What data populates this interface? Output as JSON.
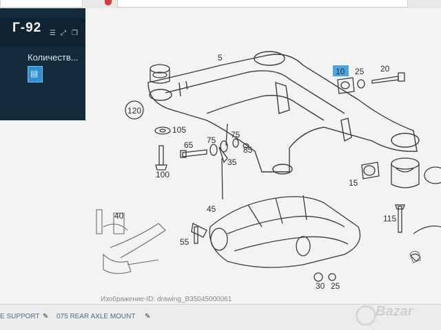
{
  "sidebar": {
    "code": "Г-92",
    "quantity_label": "Количеств...",
    "quantity_button_glyph": "▤",
    "icons": [
      "list-icon",
      "expand-icon",
      "copy-icon"
    ]
  },
  "drawing": {
    "part_labels": [
      "5",
      "10",
      "25",
      "20",
      "120",
      "105",
      "65",
      "75",
      "75",
      "85",
      "35",
      "100",
      "15",
      "45",
      "40",
      "55",
      "115",
      "30",
      "25"
    ],
    "highlighted_label": "10",
    "caption": "Изображение-ID: drawing_B35045000061"
  },
  "bottombar": {
    "link1": "E SUPPORT",
    "link2": "075 REAR AXLE MOUNT"
  },
  "watermark": "Bazar",
  "colors": {
    "panel": "#132a3b",
    "accent": "#2f8fd0",
    "highlight": "#46a6e6"
  }
}
